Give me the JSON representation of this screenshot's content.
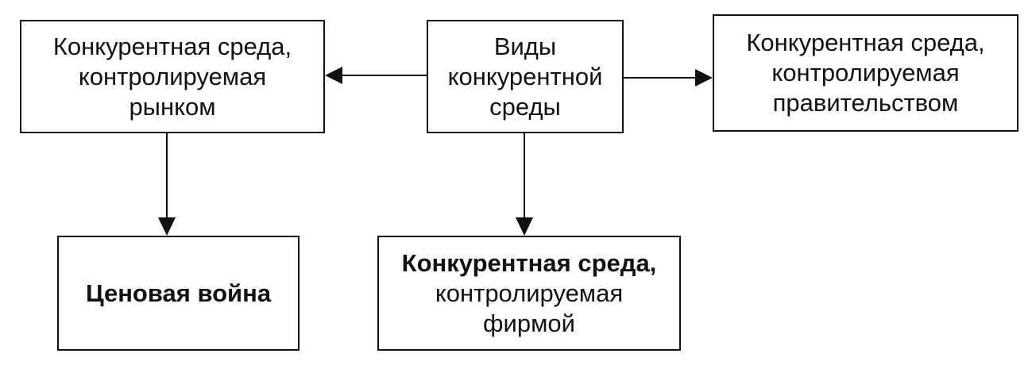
{
  "diagram": {
    "types": {
      "lines": [
        "Виды",
        "конкурентной",
        "среды"
      ]
    },
    "market": {
      "lines": [
        "Конкурентная среда,",
        "контролируемая",
        "рынком"
      ]
    },
    "government": {
      "lines": [
        "Конкурентная среда,",
        "контролируемая",
        "правительством"
      ]
    },
    "price_war": {
      "lines": [
        "Ценовая война"
      ]
    },
    "firm": {
      "lines": [
        "Конкурентная среда,",
        "контролируемая",
        "фирмой"
      ]
    },
    "colors": {
      "stroke": "#111111",
      "background": "#ffffff"
    }
  }
}
